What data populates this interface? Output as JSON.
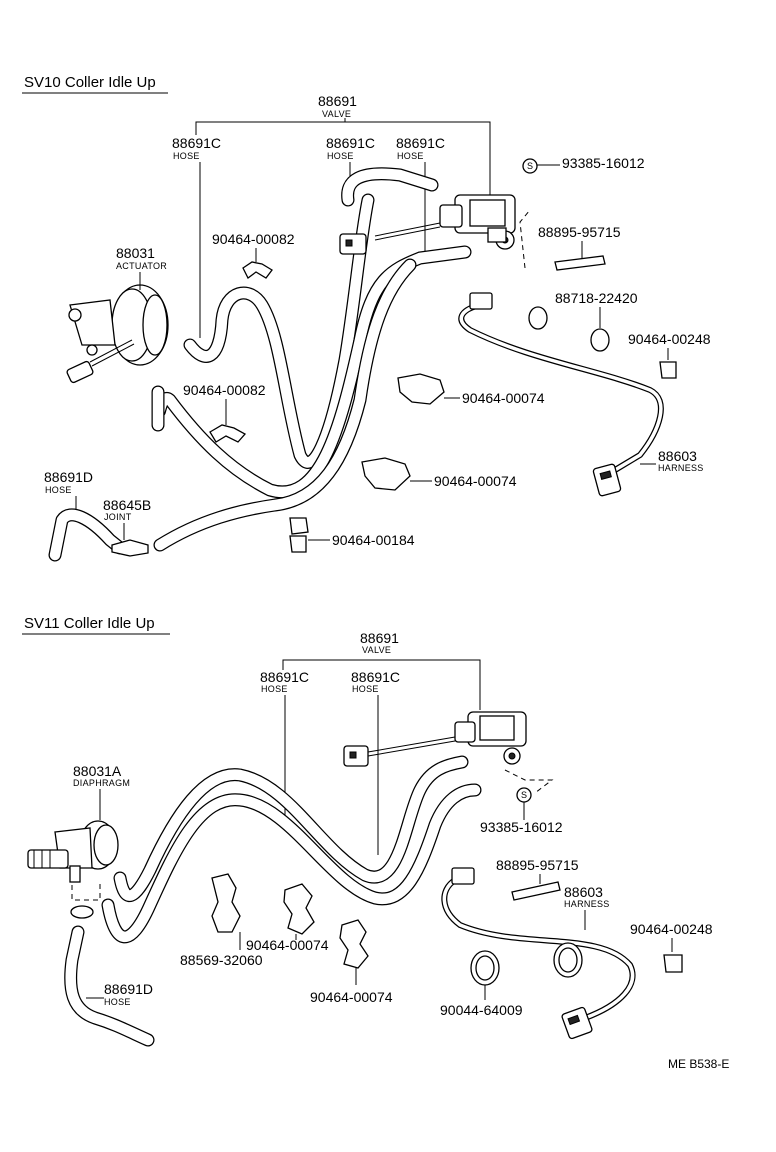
{
  "sections": {
    "sv10": {
      "title": "SV10 Coller Idle Up"
    },
    "sv11": {
      "title": "SV11 Coller Idle Up"
    }
  },
  "labels": {
    "a_valve_pn": "88691",
    "a_valve_sub": "VALVE",
    "a_hose1_pn": "88691C",
    "a_hose1_sub": "HOSE",
    "a_hose2_pn": "88691C",
    "a_hose2_sub": "HOSE",
    "a_hose3_pn": "88691C",
    "a_hose3_sub": "HOSE",
    "a_s_mark": "S",
    "a_screw": "93385-16012",
    "a_act_pn": "88031",
    "a_act_sub": "ACTUATOR",
    "a_clip82a": "90464-00082",
    "a_plate": "88895-95715",
    "a_clamp": "88718-22420",
    "a_clip248": "90464-00248",
    "a_clip82b": "90464-00082",
    "a_clip74a": "90464-00074",
    "a_harn_pn": "88603",
    "a_harn_sub": "HARNESS",
    "a_hoseD_pn": "88691D",
    "a_hoseD_sub": "HOSE",
    "a_joint_pn": "88645B",
    "a_joint_sub": "JOINT",
    "a_clip74b": "90464-00074",
    "a_clip184": "90464-00184",
    "b_valve_pn": "88691",
    "b_valve_sub": "VALVE",
    "b_hose1_pn": "88691C",
    "b_hose1_sub": "HOSE",
    "b_hose2_pn": "88691C",
    "b_hose2_sub": "HOSE",
    "b_dia_pn": "88031A",
    "b_dia_sub": "DIAPHRAGM",
    "b_s_mark": "S",
    "b_screw": "93385-16012",
    "b_plate": "88895-95715",
    "b_harn_pn": "88603",
    "b_harn_sub": "HARNESS",
    "b_clip248": "90464-00248",
    "b_clamp1": "88569-32060",
    "b_clip74a": "90464-00074",
    "b_clip74b": "90464-00074",
    "b_band": "90044-64009",
    "b_hoseD_pn": "88691D",
    "b_hoseD_sub": "HOSE",
    "code": "ME B538-E"
  }
}
